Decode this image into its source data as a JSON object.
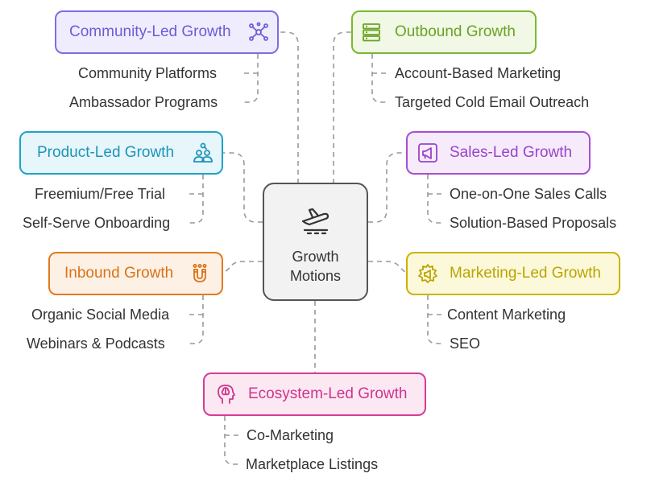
{
  "center": {
    "line1": "Growth",
    "line2": "Motions",
    "icon": "airplane-landing-icon"
  },
  "nodes": {
    "community": {
      "title": "Community-Led Growth",
      "icon": "network-icon",
      "color": "#7b6fe0",
      "fill": "#efedfd",
      "items": [
        "Community Platforms",
        "Ambassador Programs"
      ]
    },
    "outbound": {
      "title": "Outbound Growth",
      "icon": "server-icon",
      "color": "#7cb82f",
      "fill": "#f1f8e6",
      "items": [
        "Account-Based Marketing",
        "Targeted Cold Email Outreach"
      ]
    },
    "product": {
      "title": "Product-Led Growth",
      "icon": "users-icon",
      "color": "#1fa3c8",
      "fill": "#e6f6fb",
      "items": [
        "Freemium/Free Trial",
        "Self-Serve Onboarding"
      ]
    },
    "sales": {
      "title": "Sales-Led Growth",
      "icon": "megaphone-icon",
      "color": "#a84fd0",
      "fill": "#f6ebfb",
      "items": [
        "One-on-One Sales Calls",
        "Solution-Based Proposals"
      ]
    },
    "inbound": {
      "title": "Inbound Growth",
      "icon": "magnet-icon",
      "color": "#e07a1f",
      "fill": "#fdf0e4",
      "items": [
        "Organic Social Media",
        "Webinars & Podcasts"
      ]
    },
    "marketing": {
      "title": "Marketing-Led Growth",
      "icon": "megaphone-burst-icon",
      "color": "#c9b300",
      "fill": "#fcf9db",
      "items": [
        "Content Marketing",
        "SEO"
      ]
    },
    "ecosystem": {
      "title": "Ecosystem-Led Growth",
      "icon": "head-brain-icon",
      "color": "#d63c95",
      "fill": "#fbe8f3",
      "items": [
        "Co-Marketing",
        "Marketplace Listings"
      ]
    }
  }
}
